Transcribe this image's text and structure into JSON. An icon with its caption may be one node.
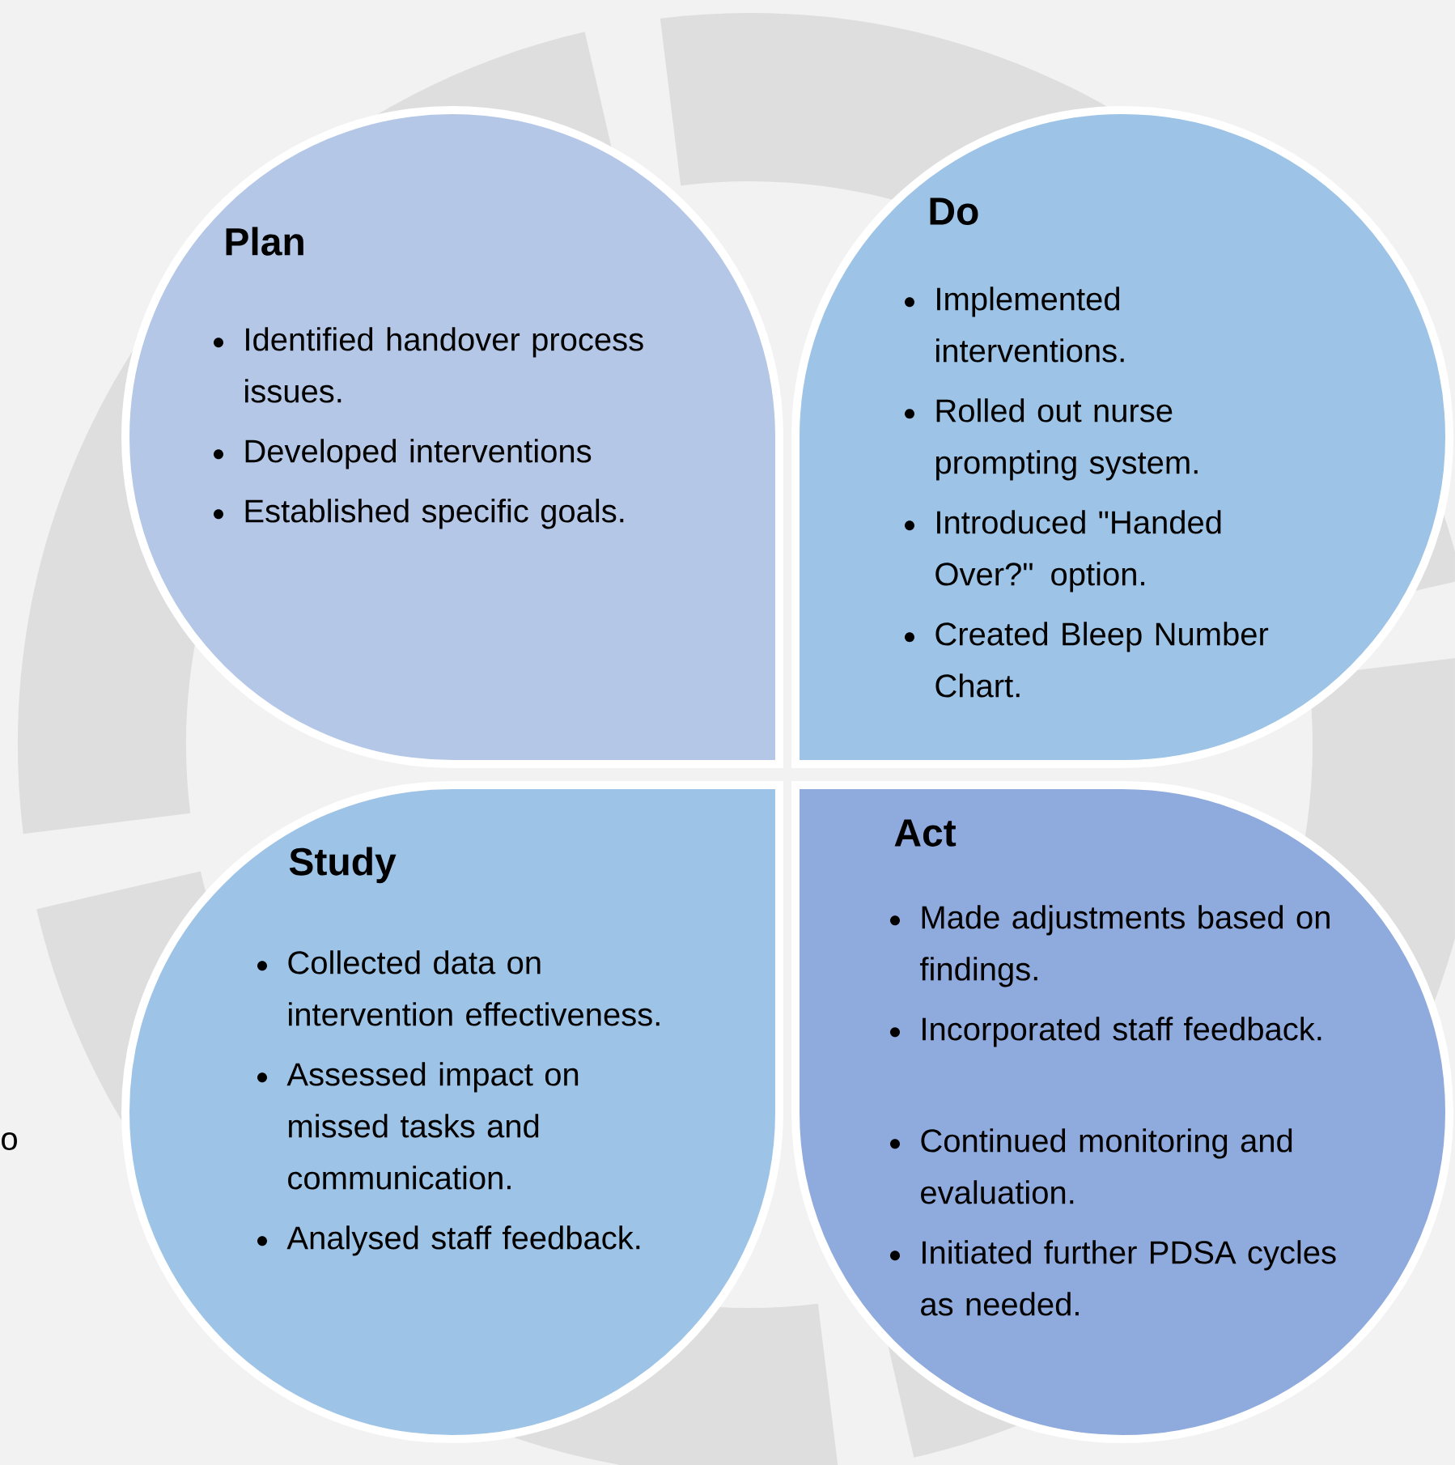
{
  "diagram": {
    "nodes": [
      {
        "text": [
          "Plan",
          "Identified handover process issues.",
          "Developed interventions",
          "Established specific goals."
        ]
      },
      {
        "text": [
          "Do",
          "Implemented interventions.",
          "Rolled out nurse prompting system.",
          "Introduced \"Handed Over?\" option.",
          "Created Bleep Number Chart."
        ]
      },
      {
        "text": [
          "Study",
          "Collected data on intervention effectiveness.",
          "Assessed impact on missed tasks and communication.",
          "Analysed staff feedback."
        ]
      },
      {
        "text": [
          "Act",
          "Made adjustments based on findings.",
          "Incorporated staff feedback.",
          "Continued monitoring and evaluation.",
          "Initiated further PDSA cycles as needed."
        ]
      }
    ],
    "labels": [
      "o"
    ]
  }
}
